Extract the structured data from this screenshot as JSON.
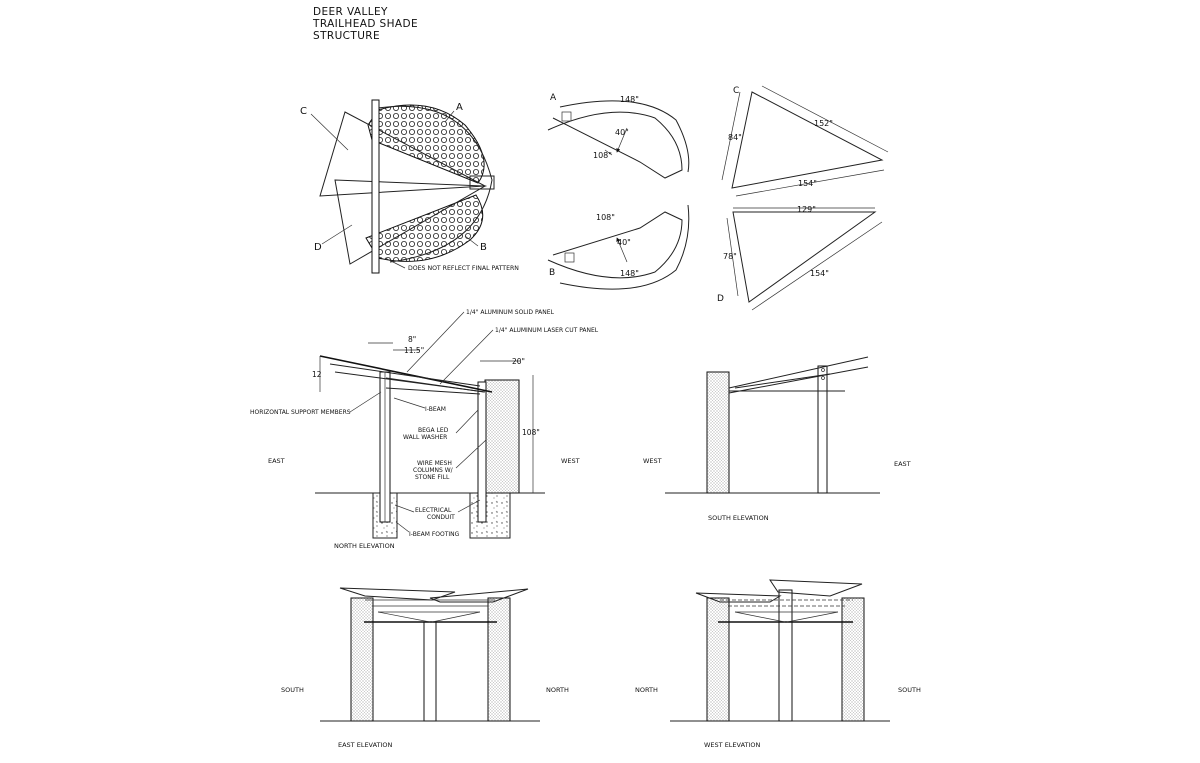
{
  "title": {
    "line1": "DEER VALLEY",
    "line2": "TRAILHEAD SHADE",
    "line3": "STRUCTURE"
  },
  "plan": {
    "panel_a": "A",
    "panel_b": "B",
    "panel_c": "C",
    "panel_d": "D",
    "note": "DOES NOT REFLECT FINAL PATTERN"
  },
  "arc_panels": {
    "a_label": "A",
    "b_label": "B",
    "a_arc": "148\"",
    "a_width": "40\"",
    "a_length": "108\"",
    "b_arc": "148\"",
    "b_width": "40\"",
    "b_length": "108\""
  },
  "tri_panels": {
    "c_label": "C",
    "c_side": "84\"",
    "c_top": "152\"",
    "c_base": "154\"",
    "d_label": "D",
    "d_top": "129\"",
    "d_side": "78\"",
    "d_base": "154\""
  },
  "north_elevation": {
    "title": "NORTH ELEVATION",
    "solid_panel": "1/4\" ALUMINUM SOLID PANEL",
    "laser_panel": "1/4\" ALUMINUM LASER CUT PANEL",
    "dim_8": "8\"",
    "dim_115": "11.5\"",
    "dim_20": "20\"",
    "dim_12": "12",
    "dim_108": "108\"",
    "horizontal_support": "HORIZONTAL SUPPORT MEMBERS",
    "i_beam": "I-BEAM",
    "bega_line1": "BEGA LED",
    "bega_line2": "WALL WASHER",
    "wire_line1": "WIRE MESH",
    "wire_line2": "COLUMNS W/",
    "wire_line3": "STONE FILL",
    "electrical_line1": "ELECTRICAL",
    "electrical_line2": "CONDUIT",
    "footing": "I-BEAM FOOTING",
    "east": "EAST",
    "west": "WEST"
  },
  "south_elevation": {
    "title": "SOUTH ELEVATION",
    "west": "WEST",
    "east": "EAST"
  },
  "east_elevation": {
    "title": "EAST ELEVATION",
    "south": "SOUTH",
    "north": "NORTH"
  },
  "west_elevation": {
    "title": "WEST ELEVATION",
    "north": "NORTH",
    "south": "SOUTH"
  }
}
